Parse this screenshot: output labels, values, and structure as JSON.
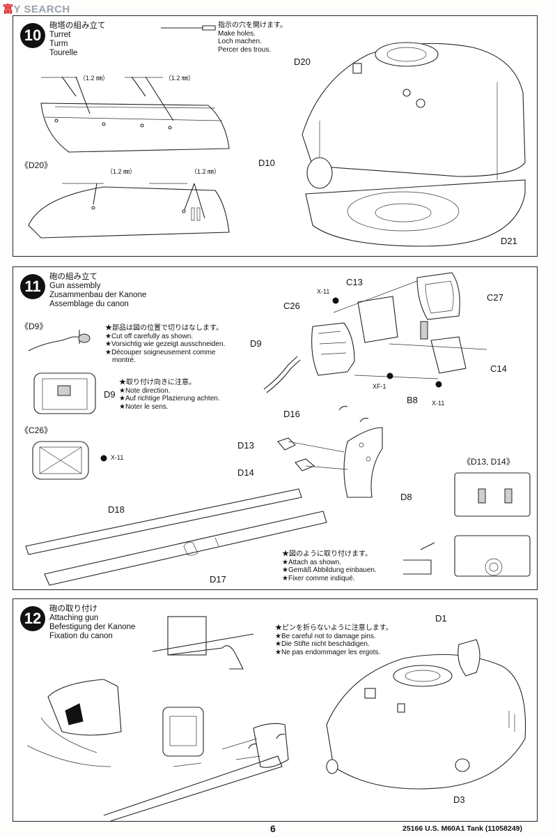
{
  "watermark": {
    "prefix": "富",
    "text": "Y SEARCH"
  },
  "step10": {
    "number": "10",
    "title_lines": [
      "砲塔の組み立て",
      "Turret",
      "Turm",
      "Tourelle"
    ],
    "drill_note": [
      "指示の穴を開けます。",
      "Make holes.",
      "Loch machen.",
      "Percer des trous."
    ],
    "hole_sizes": [
      "（1.2 ㎜）",
      "（1.2 ㎜）",
      "（1.2 ㎜）",
      "（1.2 ㎜）"
    ],
    "sub_label": "《D20》",
    "part_labels": {
      "d20": "D20",
      "d10": "D10",
      "d21": "D21"
    }
  },
  "step11": {
    "number": "11",
    "title_lines": [
      "砲の組み立て",
      "Gun assembly",
      "Zusammenbau der Kanone",
      "Assemblage du canon"
    ],
    "sub_d9": "《D9》",
    "sub_c26": "《C26》",
    "sub_d13d14": "《D13, D14》",
    "cut_note": [
      "★部品は図の位置で切りはなします。",
      "★Cut off carefully as shown.",
      "★Vorsichtig wie gezeigt ausschneiden.",
      "★Découper soigneusement comme",
      "montré."
    ],
    "direction_note": [
      "★取り付け向きに注意。",
      "★Note direction.",
      "★Auf richtige Plazierung achten.",
      "★Noter le sens."
    ],
    "attach_note": [
      "★図のように取り付けます。",
      "★Attach as shown.",
      "★Gemäß Abbildung einbauen.",
      "★Fixer comme indiqué."
    ],
    "part_labels": {
      "c13": "C13",
      "c26": "C26",
      "c27": "C27",
      "c14": "C14",
      "d9": "D9",
      "d9b": "D9",
      "b8": "B8",
      "x11a": "X-11",
      "x11b": "X-11",
      "x11c": "X-11",
      "xf1": "XF-1",
      "d16": "D16",
      "d13": "D13",
      "d14": "D14",
      "d8": "D8",
      "d18": "D18",
      "d17": "D17"
    }
  },
  "step12": {
    "number": "12",
    "title_lines": [
      "砲の取り付け",
      "Attaching gun",
      "Befestigung der Kanone",
      "Fixation du canon"
    ],
    "pins_note": [
      "★ピンを折らないように注意します。",
      "★Be careful not to damage pins.",
      "★Die Stifte nicht beschädigen.",
      "★Ne pas endommager les ergots."
    ],
    "part_labels": {
      "d1": "D1",
      "d3": "D3"
    }
  },
  "footer": {
    "page": "6",
    "code": "25166 U.S. M60A1 Tank (11058249)"
  }
}
